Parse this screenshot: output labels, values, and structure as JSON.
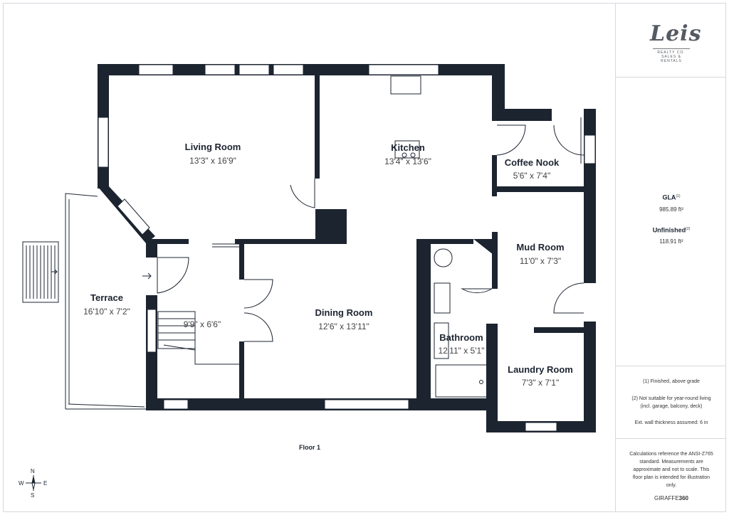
{
  "branding": {
    "logo_text": "Leis",
    "logo_sub": "REALTY CO.",
    "logo_tagline": "SALES & RENTALS",
    "footer_brand_prefix": "GIRAFFE",
    "footer_brand_suffix": "360"
  },
  "areas": {
    "gla_label": "GLA",
    "gla_note": "(1)",
    "gla_value": "985.89 ft²",
    "unfinished_label": "Unfinished",
    "unfinished_note": "(2)",
    "unfinished_value": "118.91 ft²"
  },
  "notes": {
    "note1": "(1) Finished, above grade",
    "note2_line1": "(2) Not suitable for year-round living",
    "note2_line2": "(incl. garage, balcony, deck)",
    "wall_thickness": "Ext. wall thickness assumed: 6 in"
  },
  "disclaimer": {
    "line1": "Calculations reference the ANSI-Z765",
    "line2": "standard. Measurements are",
    "line3": "approximate and not to scale. This",
    "line4": "floor plan is intended for illustration",
    "line5": "only."
  },
  "floor_label": "Floor 1",
  "compass": {
    "n": "N",
    "s": "S",
    "e": "E",
    "w": "W"
  },
  "rooms": {
    "living_room": {
      "name": "Living Room",
      "dims": "13'3\" x 16'9\""
    },
    "kitchen": {
      "name": "Kitchen",
      "dims": "13'4\" x 13'6\""
    },
    "coffee_nook": {
      "name": "Coffee Nook",
      "dims": "5'6\" x 7'4\""
    },
    "mud_room": {
      "name": "Mud Room",
      "dims": "11'0\" x 7'3\""
    },
    "terrace": {
      "name": "Terrace",
      "dims": "16'10\" x 7'2\""
    },
    "hall": {
      "name": "",
      "dims": "9'9\" x 6'6\""
    },
    "dining_room": {
      "name": "Dining Room",
      "dims": "12'6\" x 13'11\""
    },
    "bathroom": {
      "name": "Bathroom",
      "dims": "12'11\" x 5'1\""
    },
    "laundry_room": {
      "name": "Laundry Room",
      "dims": "7'3\" x 7'1\""
    }
  },
  "colors": {
    "wall": "#1c2430",
    "window": "#ffffff",
    "line": "#1c2430",
    "border": "#d5d8dc"
  }
}
